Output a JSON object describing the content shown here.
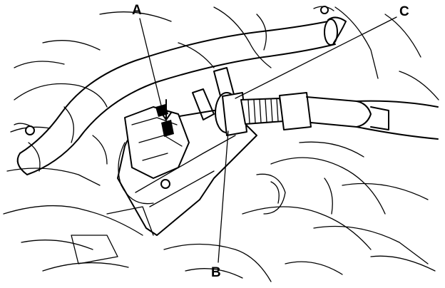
{
  "figure": {
    "callouts": [
      {
        "id": "A",
        "text": "A"
      },
      {
        "id": "B",
        "text": "B"
      },
      {
        "id": "C",
        "text": "C"
      }
    ],
    "colors": {
      "ink": "#000000",
      "paper": "#ffffff"
    }
  }
}
